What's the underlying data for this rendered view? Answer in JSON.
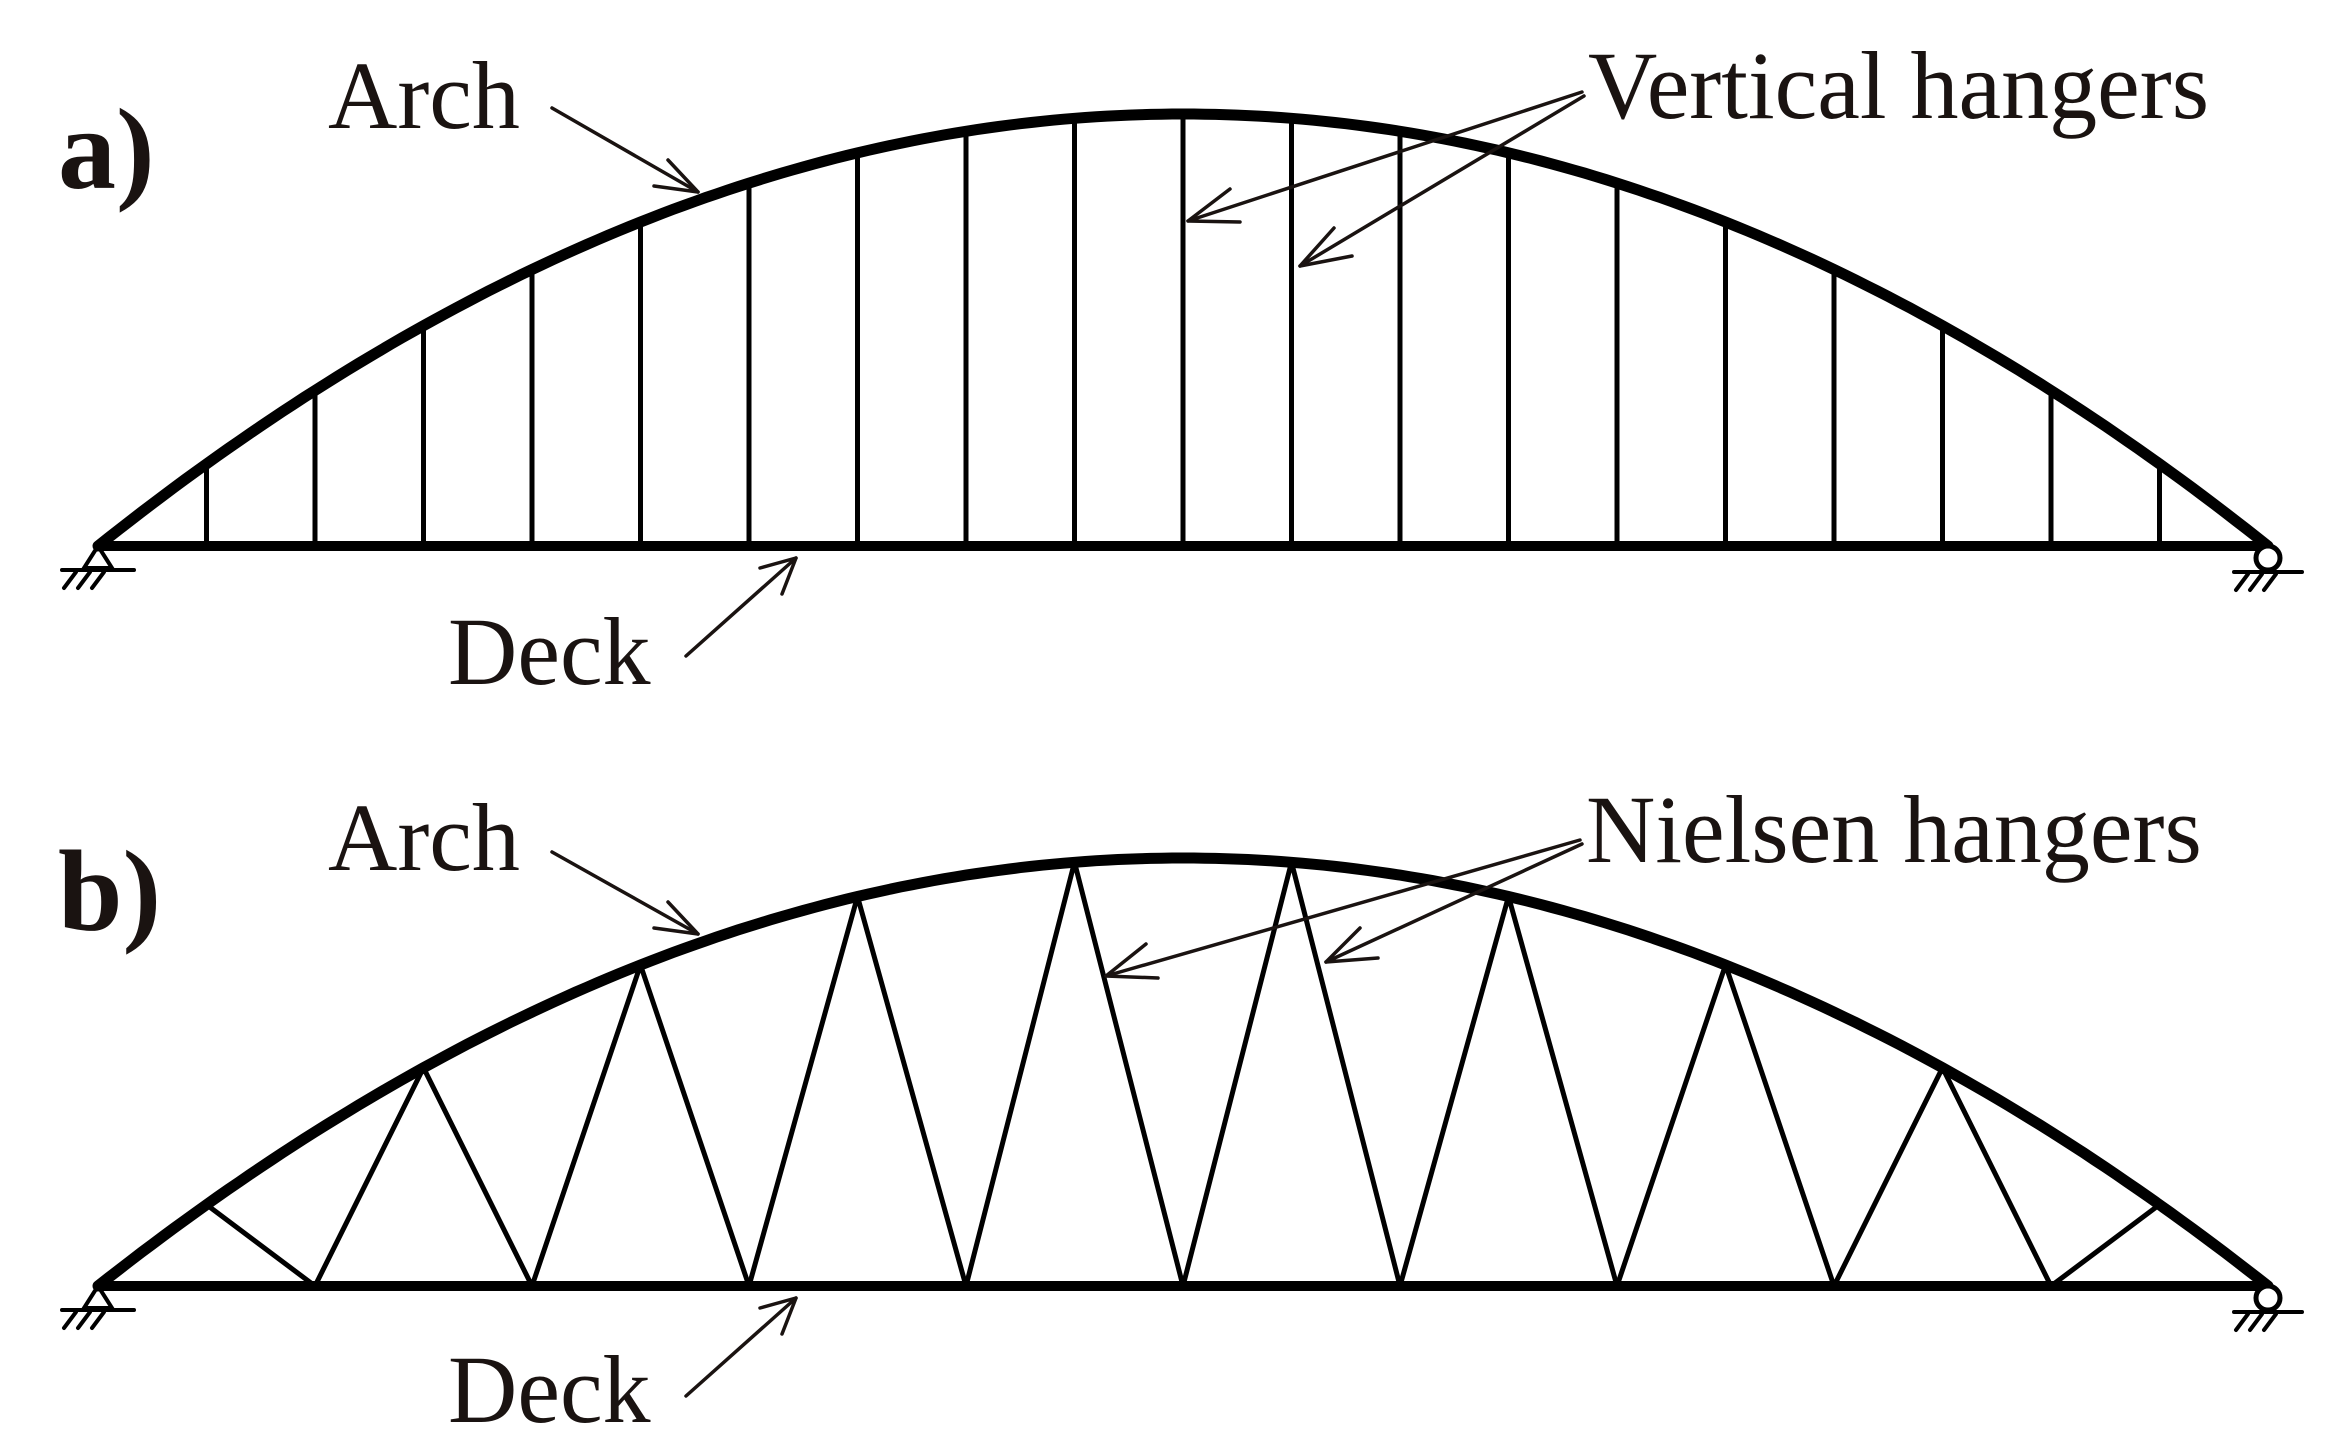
{
  "panels": [
    {
      "id": "a",
      "letter": "a)",
      "labels": {
        "arch": "Arch",
        "hangers": "Vertical hangers",
        "deck": "Deck"
      },
      "hanger_type": "vertical"
    },
    {
      "id": "b",
      "letter": "b)",
      "labels": {
        "arch": "Arch",
        "hangers": "Nielsen hangers",
        "deck": "Deck"
      },
      "hanger_type": "nielsen"
    }
  ],
  "colors": {
    "structure": "#000000",
    "text": "#1a1311"
  }
}
